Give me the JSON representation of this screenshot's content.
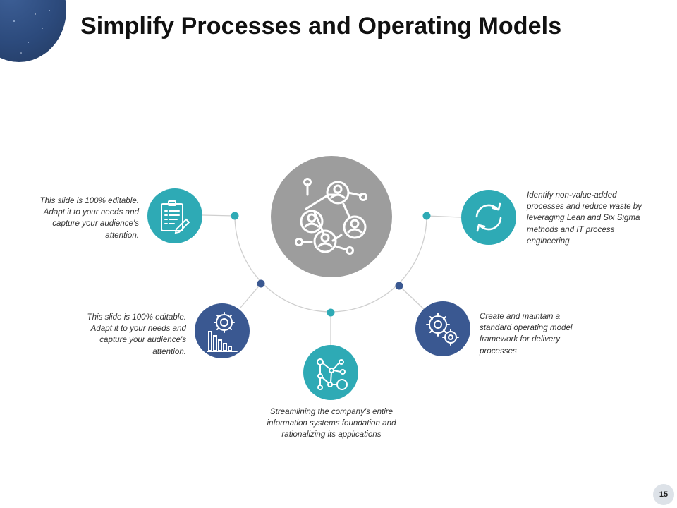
{
  "slide": {
    "title": "Simplify Processes and Operating Models",
    "page_number": "15"
  },
  "colors": {
    "teal": "#2eaab5",
    "navy": "#3a5891",
    "center_gray": "#9d9d9d",
    "arc": "#cfcfcf"
  },
  "center": {
    "icon": "people-network-icon"
  },
  "items": [
    {
      "id": "top-left",
      "icon": "clipboard-pencil-icon",
      "color": "teal",
      "text": "This slide is 100% editable. Adapt it to your needs and capture your audience's attention."
    },
    {
      "id": "bottom-left",
      "icon": "gear-bar-chart-icon",
      "color": "navy",
      "text": "This slide is 100% editable. Adapt it to your needs and capture your audience's attention."
    },
    {
      "id": "bottom-center",
      "icon": "flowchart-nodes-icon",
      "color": "teal",
      "text": "Streamlining the company's entire information systems foundation and rationalizing its applications"
    },
    {
      "id": "bottom-right",
      "icon": "gears-icon",
      "color": "navy",
      "text": "Create and maintain a standard operating model framework for delivery processes"
    },
    {
      "id": "top-right",
      "icon": "refresh-cycle-icon",
      "color": "teal",
      "text": "Identify non-value-added processes and reduce waste by leveraging Lean and Six Sigma methods and IT process engineering"
    }
  ]
}
